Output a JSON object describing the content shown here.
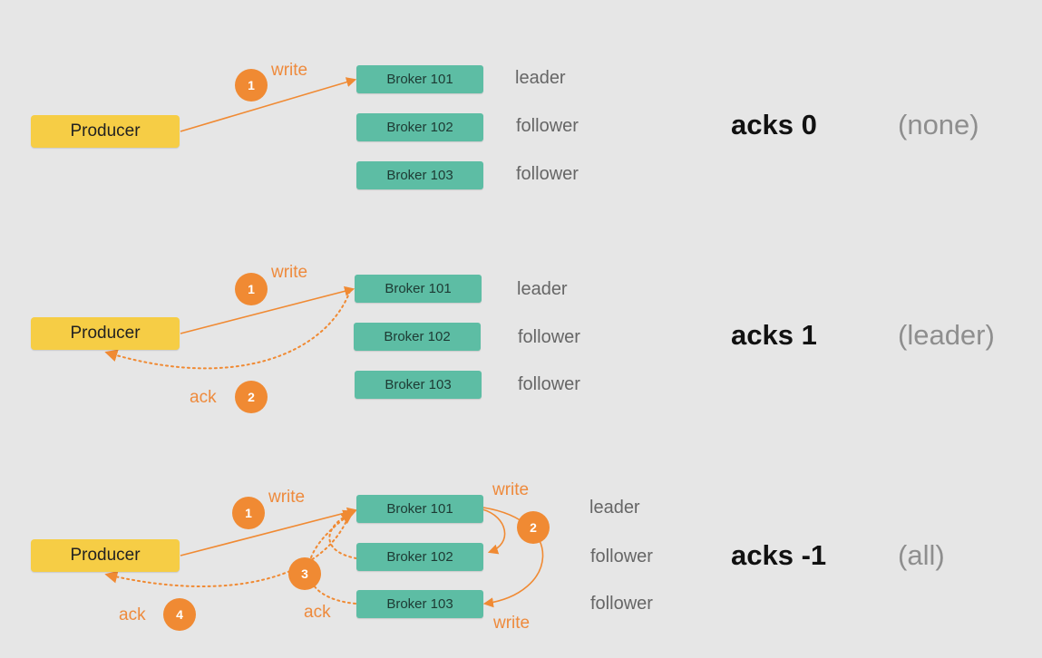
{
  "producer_label": "Producer",
  "brokers": [
    "Broker 101",
    "Broker 102",
    "Broker 103"
  ],
  "roles": {
    "leader": "leader",
    "follower": "follower"
  },
  "labels": {
    "write": "write",
    "ack": "ack"
  },
  "scenarios": [
    {
      "acks": "acks 0",
      "mode": "(none)"
    },
    {
      "acks": "acks 1",
      "mode": "(leader)"
    },
    {
      "acks": "acks -1",
      "mode": "(all)"
    }
  ],
  "steps": [
    "1",
    "2",
    "3",
    "4"
  ],
  "colors": {
    "background": "#e6e6e6",
    "producer": "#f6cd45",
    "broker": "#5dbda4",
    "arrow": "#f08a33",
    "label": "#ee8a3c"
  }
}
